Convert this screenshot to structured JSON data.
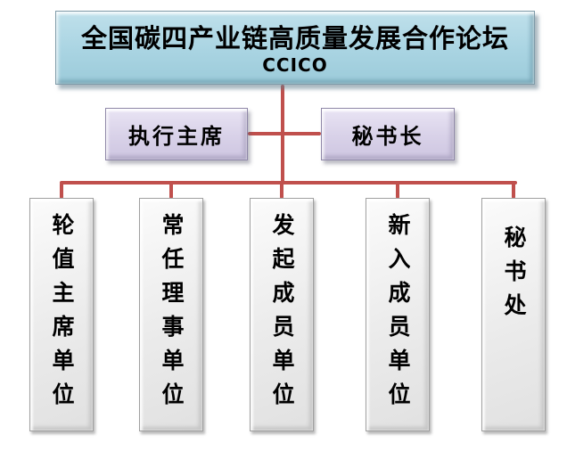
{
  "diagram": {
    "root": {
      "title": "全国碳四产业链高质量发展合作论坛",
      "subtitle": "CCICO"
    },
    "executives": [
      {
        "label": "执行主席"
      },
      {
        "label": "秘书长"
      }
    ],
    "member_columns": [
      {
        "label": "轮值主席单位"
      },
      {
        "label": "常任理事单位"
      },
      {
        "label": "发起成员单位"
      },
      {
        "label": "新入成员单位"
      },
      {
        "label": "秘书处"
      }
    ]
  },
  "colors": {
    "connector": "#c0504d",
    "root_box_fill": "#a9d4e2",
    "root_box_border": "#7e9aa8",
    "executive_box_fill": "#d8d1e8",
    "executive_box_border": "#8f87a8",
    "member_box_fill": "#ebebeb",
    "member_box_border": "#a0a0a0",
    "text": "#000000"
  }
}
